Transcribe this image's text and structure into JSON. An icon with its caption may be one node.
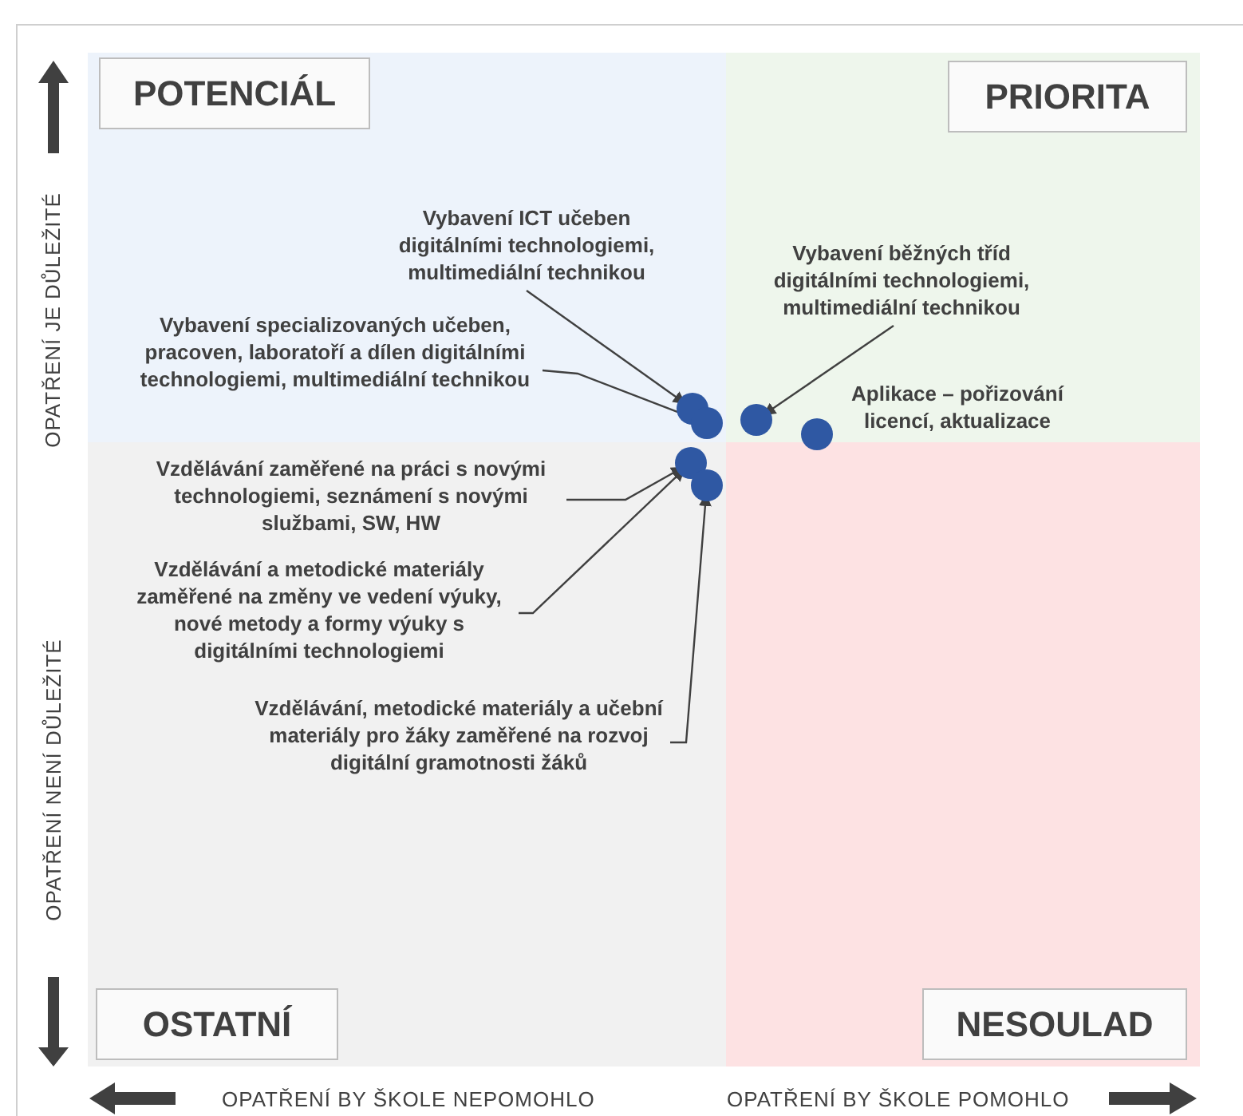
{
  "diagram": {
    "nodes": [
      {
        "text": [
          "POTENCIÁL"
        ]
      },
      {
        "text": [
          "PRIORITA"
        ]
      },
      {
        "text": [
          "Vybavení ICT učeben digitálními technologiemi, multimediální technikou"
        ]
      },
      {
        "text": [
          "Vybavení specializovaných učeben, pracoven, laboratoří a dílen digitálními technologiemi, multimediální technikou"
        ]
      },
      {
        "text": [
          "Vybavení běžných tříd digitálními technologiemi, multimediální technikou"
        ]
      },
      {
        "text": [
          "Vzdělávání zaměřené na práci s novými technologiemi, seznámení s novými službami, SW, HW"
        ]
      },
      {
        "text": [
          "Vzdělávání a metodické materiály zaměřené na změny ve vedení výuky, nové metody a formy výuky s digitálními technologiemi"
        ]
      },
      {
        "text": [
          "Vzdělávání, metodické materiály a učební materiály pro žáky zaměřené na rozvoj digitální gramotnosti žáků"
        ]
      },
      {
        "text": [
          "OSTATNÍ"
        ]
      },
      {
        "text": [
          "NESOULAD"
        ]
      },
      {
        "text": [],
        "shape": "circle"
      },
      {
        "text": [],
        "shape": "circle"
      },
      {
        "text": [],
        "shape": "circle"
      },
      {
        "text": [],
        "shape": "circle",
        "beside": [
          "Aplikace – pořizování licencí, aktualizace"
        ]
      },
      {
        "text": [],
        "shape": "circle"
      },
      {
        "text": [],
        "shape": "circle"
      }
    ],
    "edges": [
      {
        "from": 2,
        "to": 10,
        "arrow": "to"
      },
      {
        "from": 3,
        "to": 11,
        "arrow": "to"
      },
      {
        "from": 4,
        "to": 12,
        "arrow": "to"
      },
      {
        "from": 5,
        "to": 14,
        "arrow": "to"
      },
      {
        "from": 6,
        "to": 14,
        "arrow": "to"
      },
      {
        "from": 7,
        "to": 15,
        "arrow": "to"
      }
    ],
    "labels": [
      "OPATŘENÍ JE DŮLEŽITÉ",
      "OPATŘENÍ NENÍ DŮLEŽITÉ",
      "OPATŘENÍ BY ŠKOLE NEPOMOHLO",
      "OPATŘENÍ BY ŠKOLE POMOHLO"
    ]
  }
}
